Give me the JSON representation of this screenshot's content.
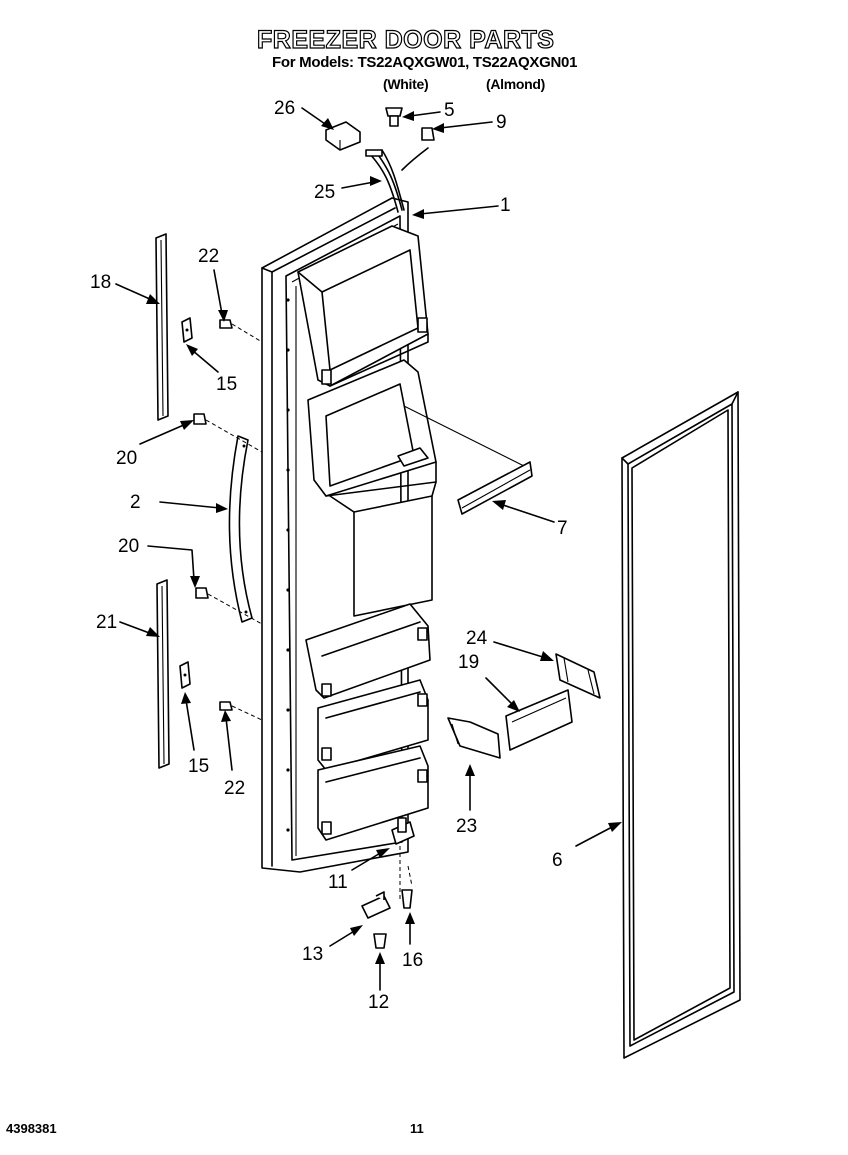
{
  "header": {
    "title": "FREEZER DOOR PARTS",
    "models_line": "For Models: TS22AQXGW01, TS22AQXGN01",
    "variant_white": "(White)",
    "variant_almond": "(Almond)"
  },
  "footer": {
    "code": "4398381",
    "page_number": "11"
  },
  "callouts": {
    "c1": "1",
    "c2": "2",
    "c5": "5",
    "c6": "6",
    "c7": "7",
    "c9": "9",
    "c11": "11",
    "c12": "12",
    "c13": "13",
    "c15a": "15",
    "c15b": "15",
    "c16": "16",
    "c18": "18",
    "c19": "19",
    "c20a": "20",
    "c20b": "20",
    "c21": "21",
    "c22a": "22",
    "c22b": "22",
    "c23": "23",
    "c24": "24",
    "c25": "25",
    "c26": "26"
  }
}
